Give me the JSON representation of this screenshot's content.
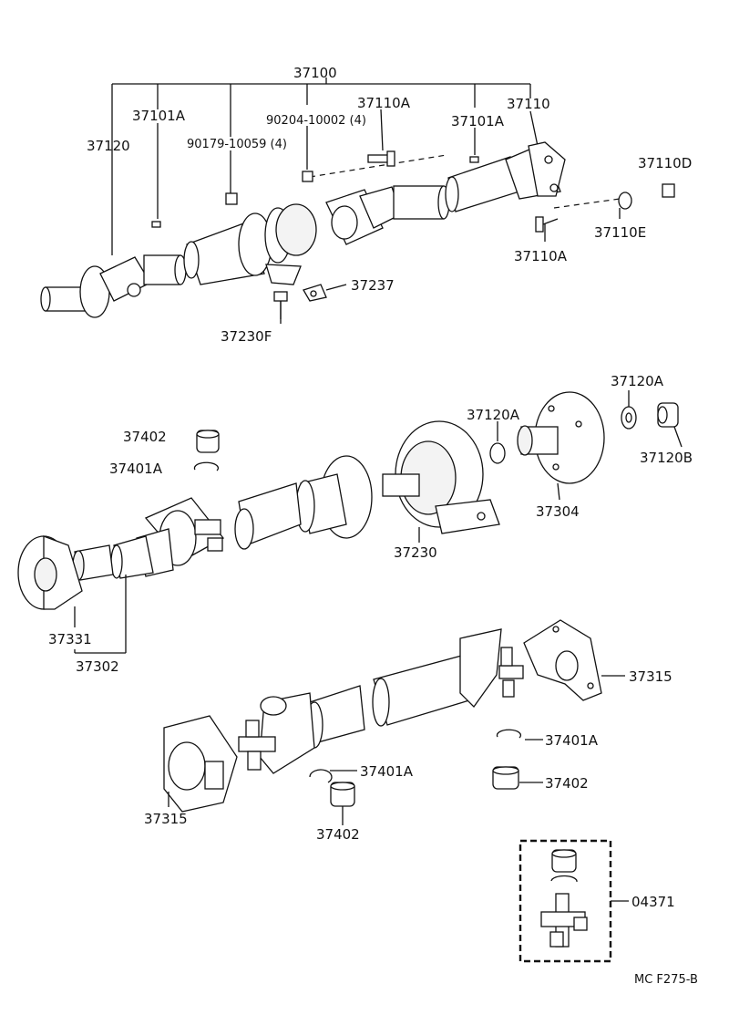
{
  "callouts": {
    "c37100": "37100",
    "c37101a_left": "37101A",
    "c37120": "37120",
    "c90204": "90204-10002 (4)",
    "c90179": "90179-10059 (4)",
    "c37110a_top": "37110A",
    "c37101a_right": "37101A",
    "c37110": "37110",
    "c37110d": "37110D",
    "c37110e": "37110E",
    "c37110a_bottom": "37110A",
    "c37237": "37237",
    "c37230f": "37230F",
    "c37120a_right": "37120A",
    "c37120a_mid": "37120A",
    "c37120b": "37120B",
    "c37402_top": "37402",
    "c37401a_top": "37401A",
    "c37304": "37304",
    "c37230": "37230",
    "c37331": "37331",
    "c37302": "37302",
    "c37315_right": "37315",
    "c37401a_right": "37401A",
    "c37402_right": "37402",
    "c37401a_mid": "37401A",
    "c37402_bottom": "37402",
    "c37315_left": "37315",
    "c04371": "04371"
  },
  "footer": {
    "code": "MC  F275-B"
  }
}
